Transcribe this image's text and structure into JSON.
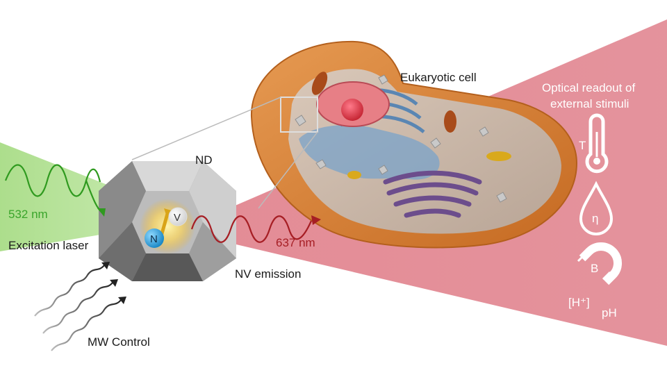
{
  "labels": {
    "cell": "Eukaryotic cell",
    "nd": "ND",
    "laser_wavelength": "532 nm",
    "excitation": "Excitation laser",
    "emission_wavelength": "637 nm",
    "nv_emission": "NV emission",
    "mw_control": "MW Control",
    "nitrogen": "N",
    "vacancy": "V"
  },
  "readout": {
    "title_line1": "Optical readout of",
    "title_line2": "external stimuli",
    "temperature_symbol": "T",
    "viscosity_symbol": "η",
    "magnetic_symbol": "B",
    "proton_symbol": "[H⁺]",
    "ph_label": "pH"
  },
  "icons": [
    "thermometer-icon",
    "droplet-icon",
    "magnet-icon"
  ],
  "colors": {
    "excitation_beam": "#a8dc86",
    "emission_beam": "#e59aa3",
    "laser_wave": "#2f9a1f",
    "emission_wave": "#a61e24",
    "cell_membrane": "#d8843a",
    "nitrogen_atom": "#2aa0d8",
    "vacancy_atom": "#f4f4f4"
  }
}
